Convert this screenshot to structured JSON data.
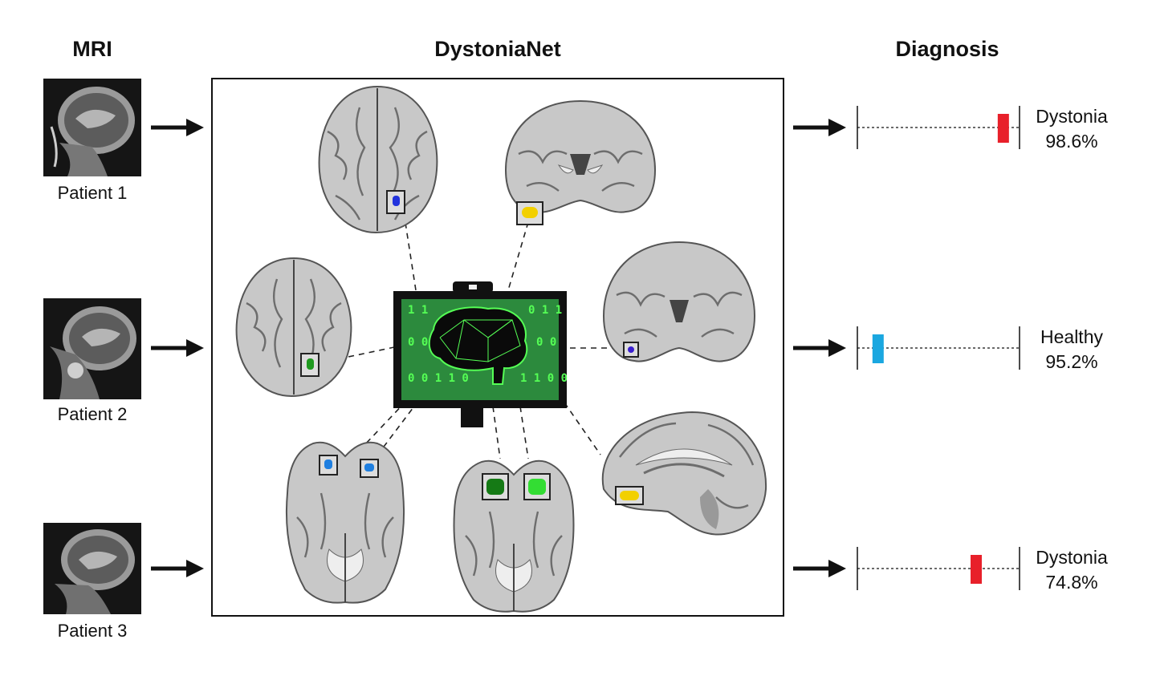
{
  "headers": {
    "mri": "MRI",
    "network": "DystoniaNet",
    "diagnosis": "Diagnosis"
  },
  "patients": [
    {
      "label": "Patient 1"
    },
    {
      "label": "Patient 2"
    },
    {
      "label": "Patient 3"
    }
  ],
  "diagnoses": [
    {
      "label": "Dystonia",
      "percent": "98.6%",
      "score": 0.93,
      "color": "#e8202a"
    },
    {
      "label": "Healthy",
      "percent": "95.2%",
      "score": 0.1,
      "color": "#1aa7e0"
    },
    {
      "label": "Dystonia",
      "percent": "74.8%",
      "score": 0.75,
      "color": "#e8202a"
    }
  ],
  "screen_binary_rows": [
    "1 1",
    "0 1 1",
    "0 0",
    "0 0",
    "0 0 1 1 0",
    "1 1 0 0"
  ],
  "region_colors": {
    "blue": "#2233dd",
    "yellow": "#f2d000",
    "green": "#1f9a1f",
    "purple": "#3a1fd0",
    "lightblue": "#1f7fe0",
    "darkgreen": "#157a15",
    "brightgreen": "#33dd33"
  }
}
